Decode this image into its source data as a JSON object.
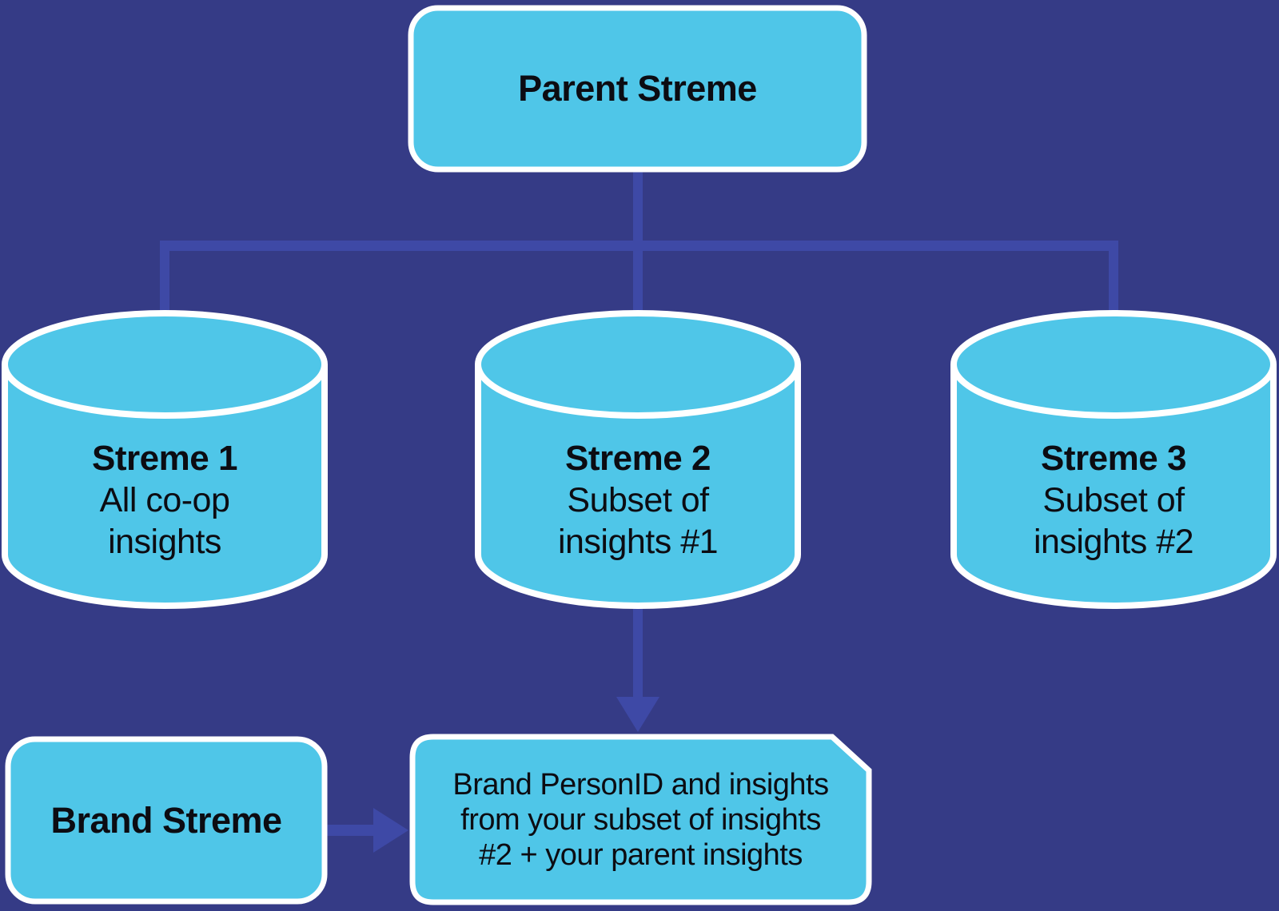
{
  "colors": {
    "background": "#353B86",
    "node_fill": "#4FC6E8",
    "node_border": "#FFFFFF",
    "connector": "#3E49A6",
    "text_ink": "#0C0C12"
  },
  "nodes": {
    "parent": {
      "label": "Parent Streme"
    },
    "streme1": {
      "title": "Streme 1",
      "subtitle_lines": [
        "All co-op",
        "insights"
      ]
    },
    "streme2": {
      "title": "Streme 2",
      "subtitle_lines": [
        "Subset of",
        "insights #1"
      ]
    },
    "streme3": {
      "title": "Streme 3",
      "subtitle_lines": [
        "Subset of",
        "insights #2"
      ]
    },
    "brand": {
      "label": "Brand Streme"
    },
    "note": {
      "lines": [
        "Brand PersonID and insights",
        "from your subset of insights",
        "#2 + your parent insights"
      ]
    }
  }
}
